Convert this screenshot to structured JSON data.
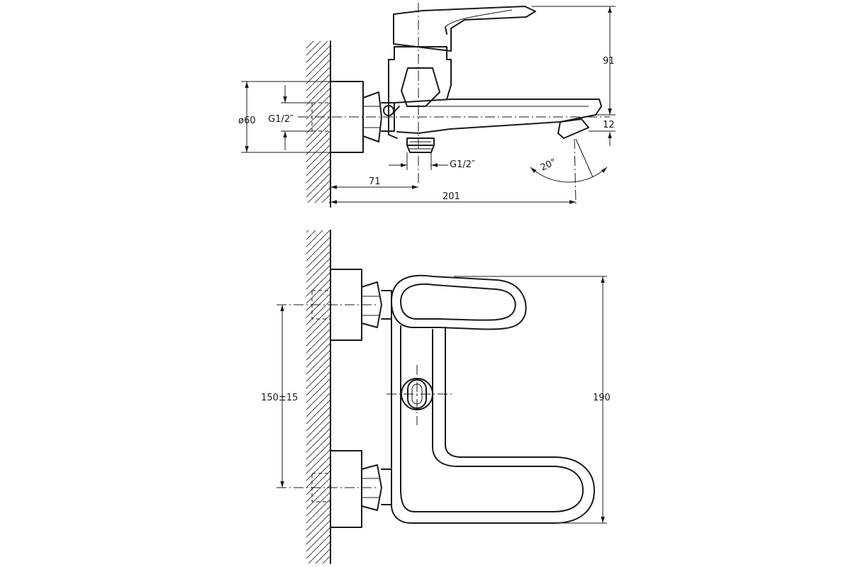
{
  "side_view": {
    "dimensions": {
      "height_total": "91",
      "outlet_drop": "12",
      "body_diameter": "ø60",
      "inlet_thread": "G1/2″",
      "outlet_thread": "G1/2″",
      "axis_offset": "71",
      "spout_reach": "201",
      "spout_angle": "20°"
    }
  },
  "top_view": {
    "dimensions": {
      "inlet_spacing": "150±15",
      "overall_length": "190"
    }
  },
  "colors": {
    "line": "#1a1a1a",
    "background": "#ffffff"
  }
}
